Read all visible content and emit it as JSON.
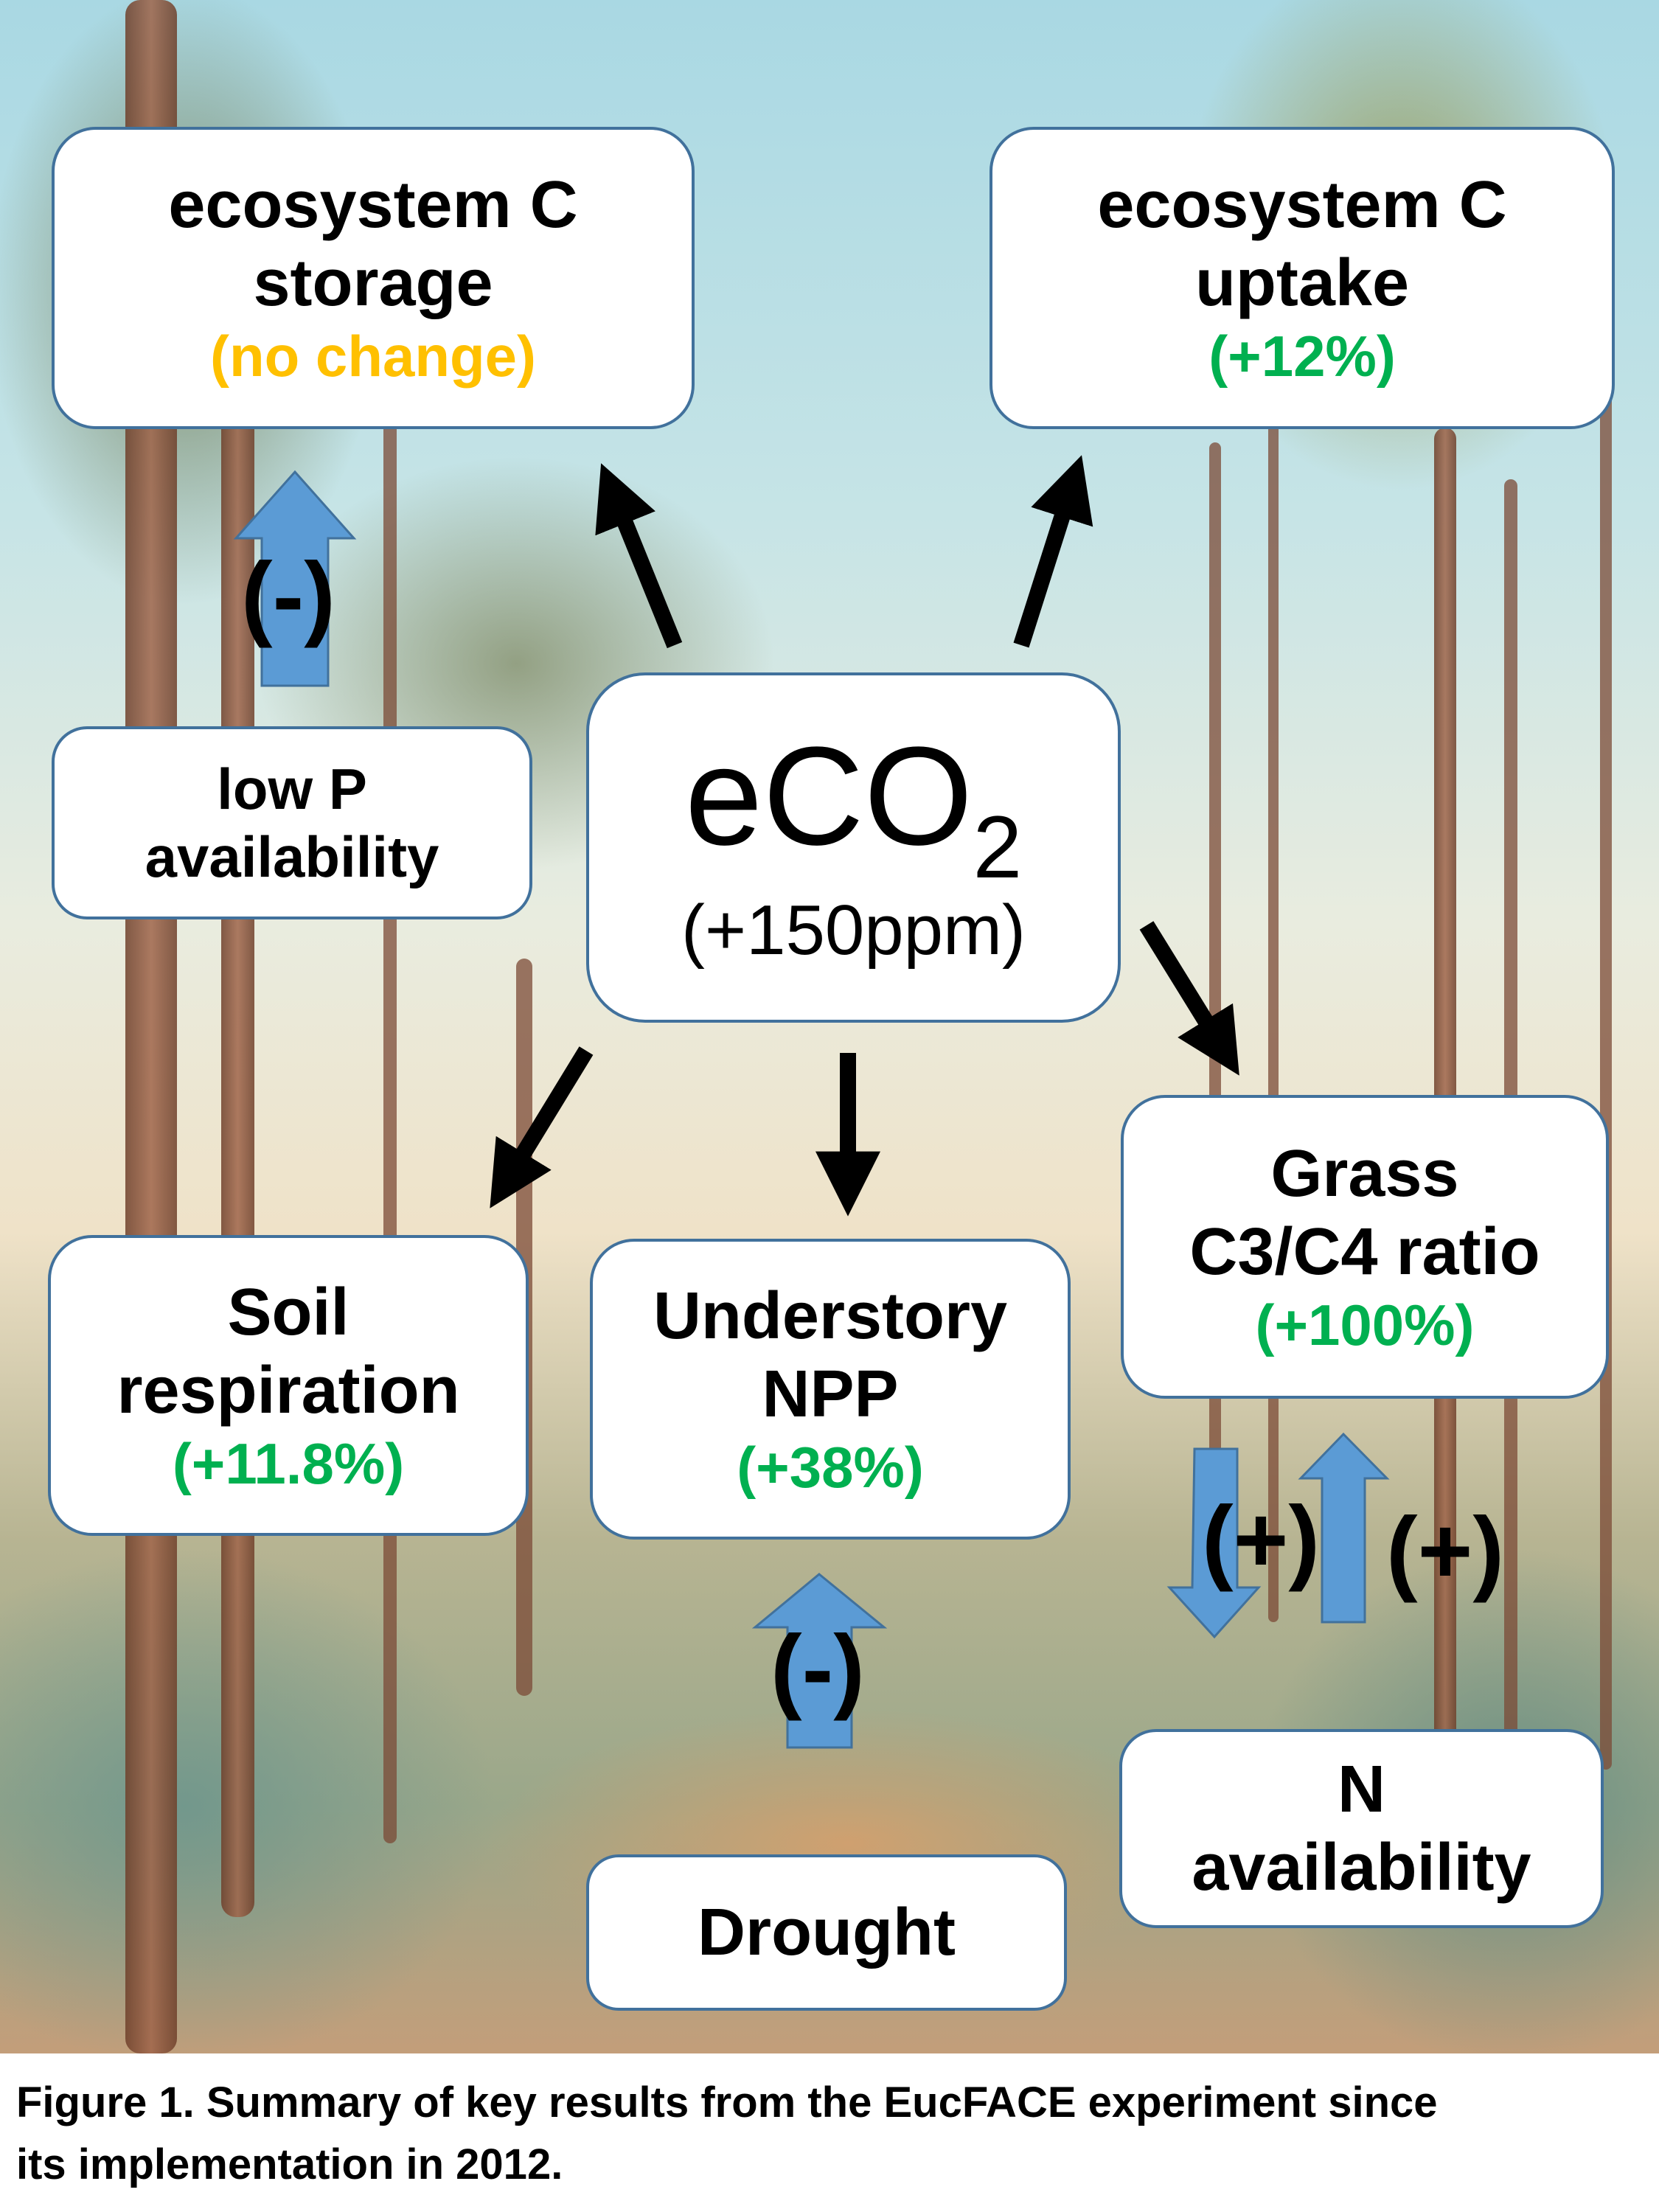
{
  "nodes": {
    "c_storage": {
      "line1": "ecosystem C",
      "line2": "storage",
      "effect": "(no change)",
      "effect_color": "#ffc000"
    },
    "c_uptake": {
      "line1": "ecosystem C",
      "line2": "uptake",
      "effect": "(+12%)",
      "effect_color": "#00b050"
    },
    "low_p": {
      "line1": "low P",
      "line2": "availability"
    },
    "eco2": {
      "main": "eCO",
      "subscript": "2",
      "detail": "(+150ppm)"
    },
    "soil_resp": {
      "line1": "Soil",
      "line2": "respiration",
      "effect": "(+11.8%)",
      "effect_color": "#00b050"
    },
    "understory": {
      "line1": "Understory",
      "line2": "NPP",
      "effect": "(+38%)",
      "effect_color": "#00b050"
    },
    "grass": {
      "line1": "Grass",
      "line2": "C3/C4 ratio",
      "effect": "(+100%)",
      "effect_color": "#00b050"
    },
    "n_avail": {
      "line1": "N",
      "line2": "availability"
    },
    "drought": {
      "line1": "Drought"
    }
  },
  "links": [
    {
      "from": "eCO2",
      "to": "ecosystem C storage",
      "style": "black-arrow"
    },
    {
      "from": "eCO2",
      "to": "ecosystem C uptake",
      "style": "black-arrow"
    },
    {
      "from": "eCO2",
      "to": "Grass C3/C4 ratio",
      "style": "black-arrow"
    },
    {
      "from": "eCO2",
      "to": "Understory NPP",
      "style": "black-arrow"
    },
    {
      "from": "eCO2",
      "to": "Soil respiration",
      "style": "black-arrow"
    },
    {
      "from": "low P availability",
      "to": "ecosystem C storage",
      "style": "blue-block-arrow",
      "sign": "(-)"
    },
    {
      "from": "Drought",
      "to": "Understory NPP",
      "style": "blue-block-arrow",
      "sign": "(-)"
    },
    {
      "from": "Grass C3/C4 ratio",
      "to": "N availability",
      "style": "blue-block-arrow",
      "sign": "(+)"
    },
    {
      "from": "N availability",
      "to": "Grass C3/C4 ratio",
      "style": "blue-block-arrow",
      "sign": "(+)"
    }
  ],
  "signs": {
    "low_p_sign": "(-)",
    "drought_sign": "(-)",
    "grass_to_n_sign": "(+)",
    "n_to_grass_sign": "(+)"
  },
  "colors": {
    "box_border": "#41719c",
    "block_arrow": "#5b9bd5",
    "positive": "#00b050",
    "neutral": "#ffc000"
  },
  "caption": {
    "line1": "Figure 1. Summary of key results from the EucFACE experiment since",
    "line2": "its implementation in 2012."
  }
}
